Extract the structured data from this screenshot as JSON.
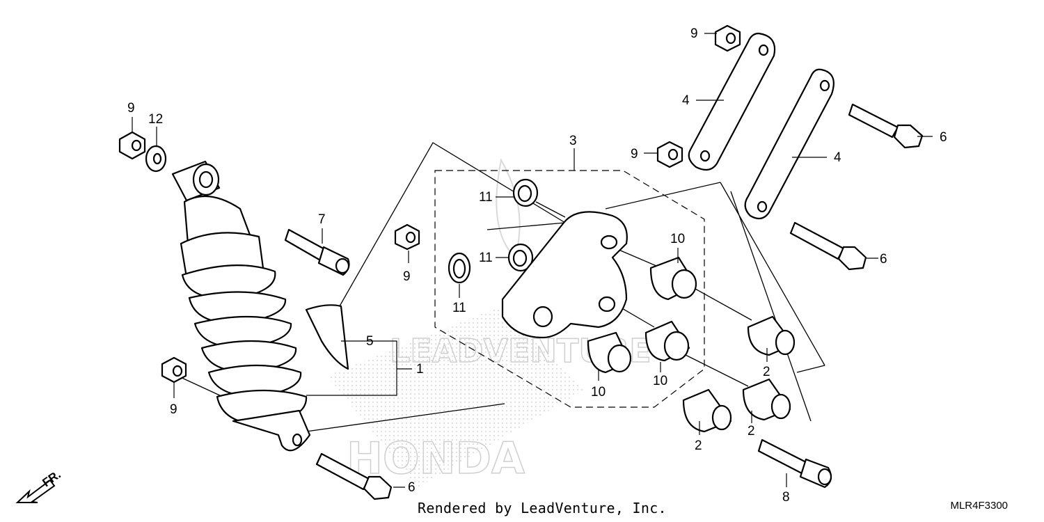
{
  "diagram": {
    "callouts": {
      "c9_top_left": "9",
      "c12": "12",
      "c7": "7",
      "c9_mid": "9",
      "c11_a": "11",
      "c11_b": "11",
      "c11_c": "11",
      "c3": "3",
      "c9_top": "9",
      "c4_a": "4",
      "c4_b": "4",
      "c6_top": "6",
      "c6_mid": "6",
      "c10_a": "10",
      "c10_b": "10",
      "c10_c": "10",
      "c2_a": "2",
      "c2_b": "2",
      "c2_c": "2",
      "c5": "5",
      "c1": "1",
      "c9_low": "9",
      "c6_bottom": "6",
      "c8": "8"
    },
    "direction_label": "FR.",
    "watermark_brand": "HONDA",
    "watermark_text": "LEADVENTURE"
  },
  "footer": {
    "rendered_by": "Rendered by LeadVenture, Inc.",
    "diagram_code": "MLR4F3300"
  },
  "colors": {
    "line": "#000000",
    "watermark": "#cfcfcf",
    "background": "#ffffff"
  }
}
